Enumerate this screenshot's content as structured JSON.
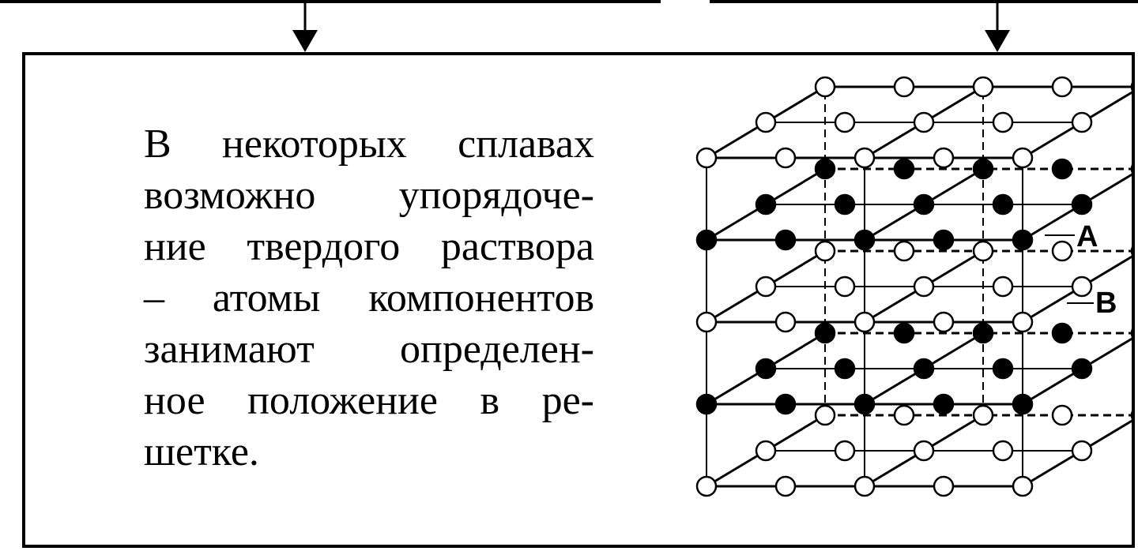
{
  "description_lines": [
    "В некоторых сплавах",
    "возможно упорядоче-",
    "ние твердого раствора",
    "– атомы компонентов",
    "занимают определен-",
    "ное положение в ре-",
    "шетке."
  ],
  "lattice": {
    "plane_labels": [
      "A",
      "B"
    ],
    "atom_colors": {
      "A": "#000000",
      "B": "#ffffff"
    }
  }
}
